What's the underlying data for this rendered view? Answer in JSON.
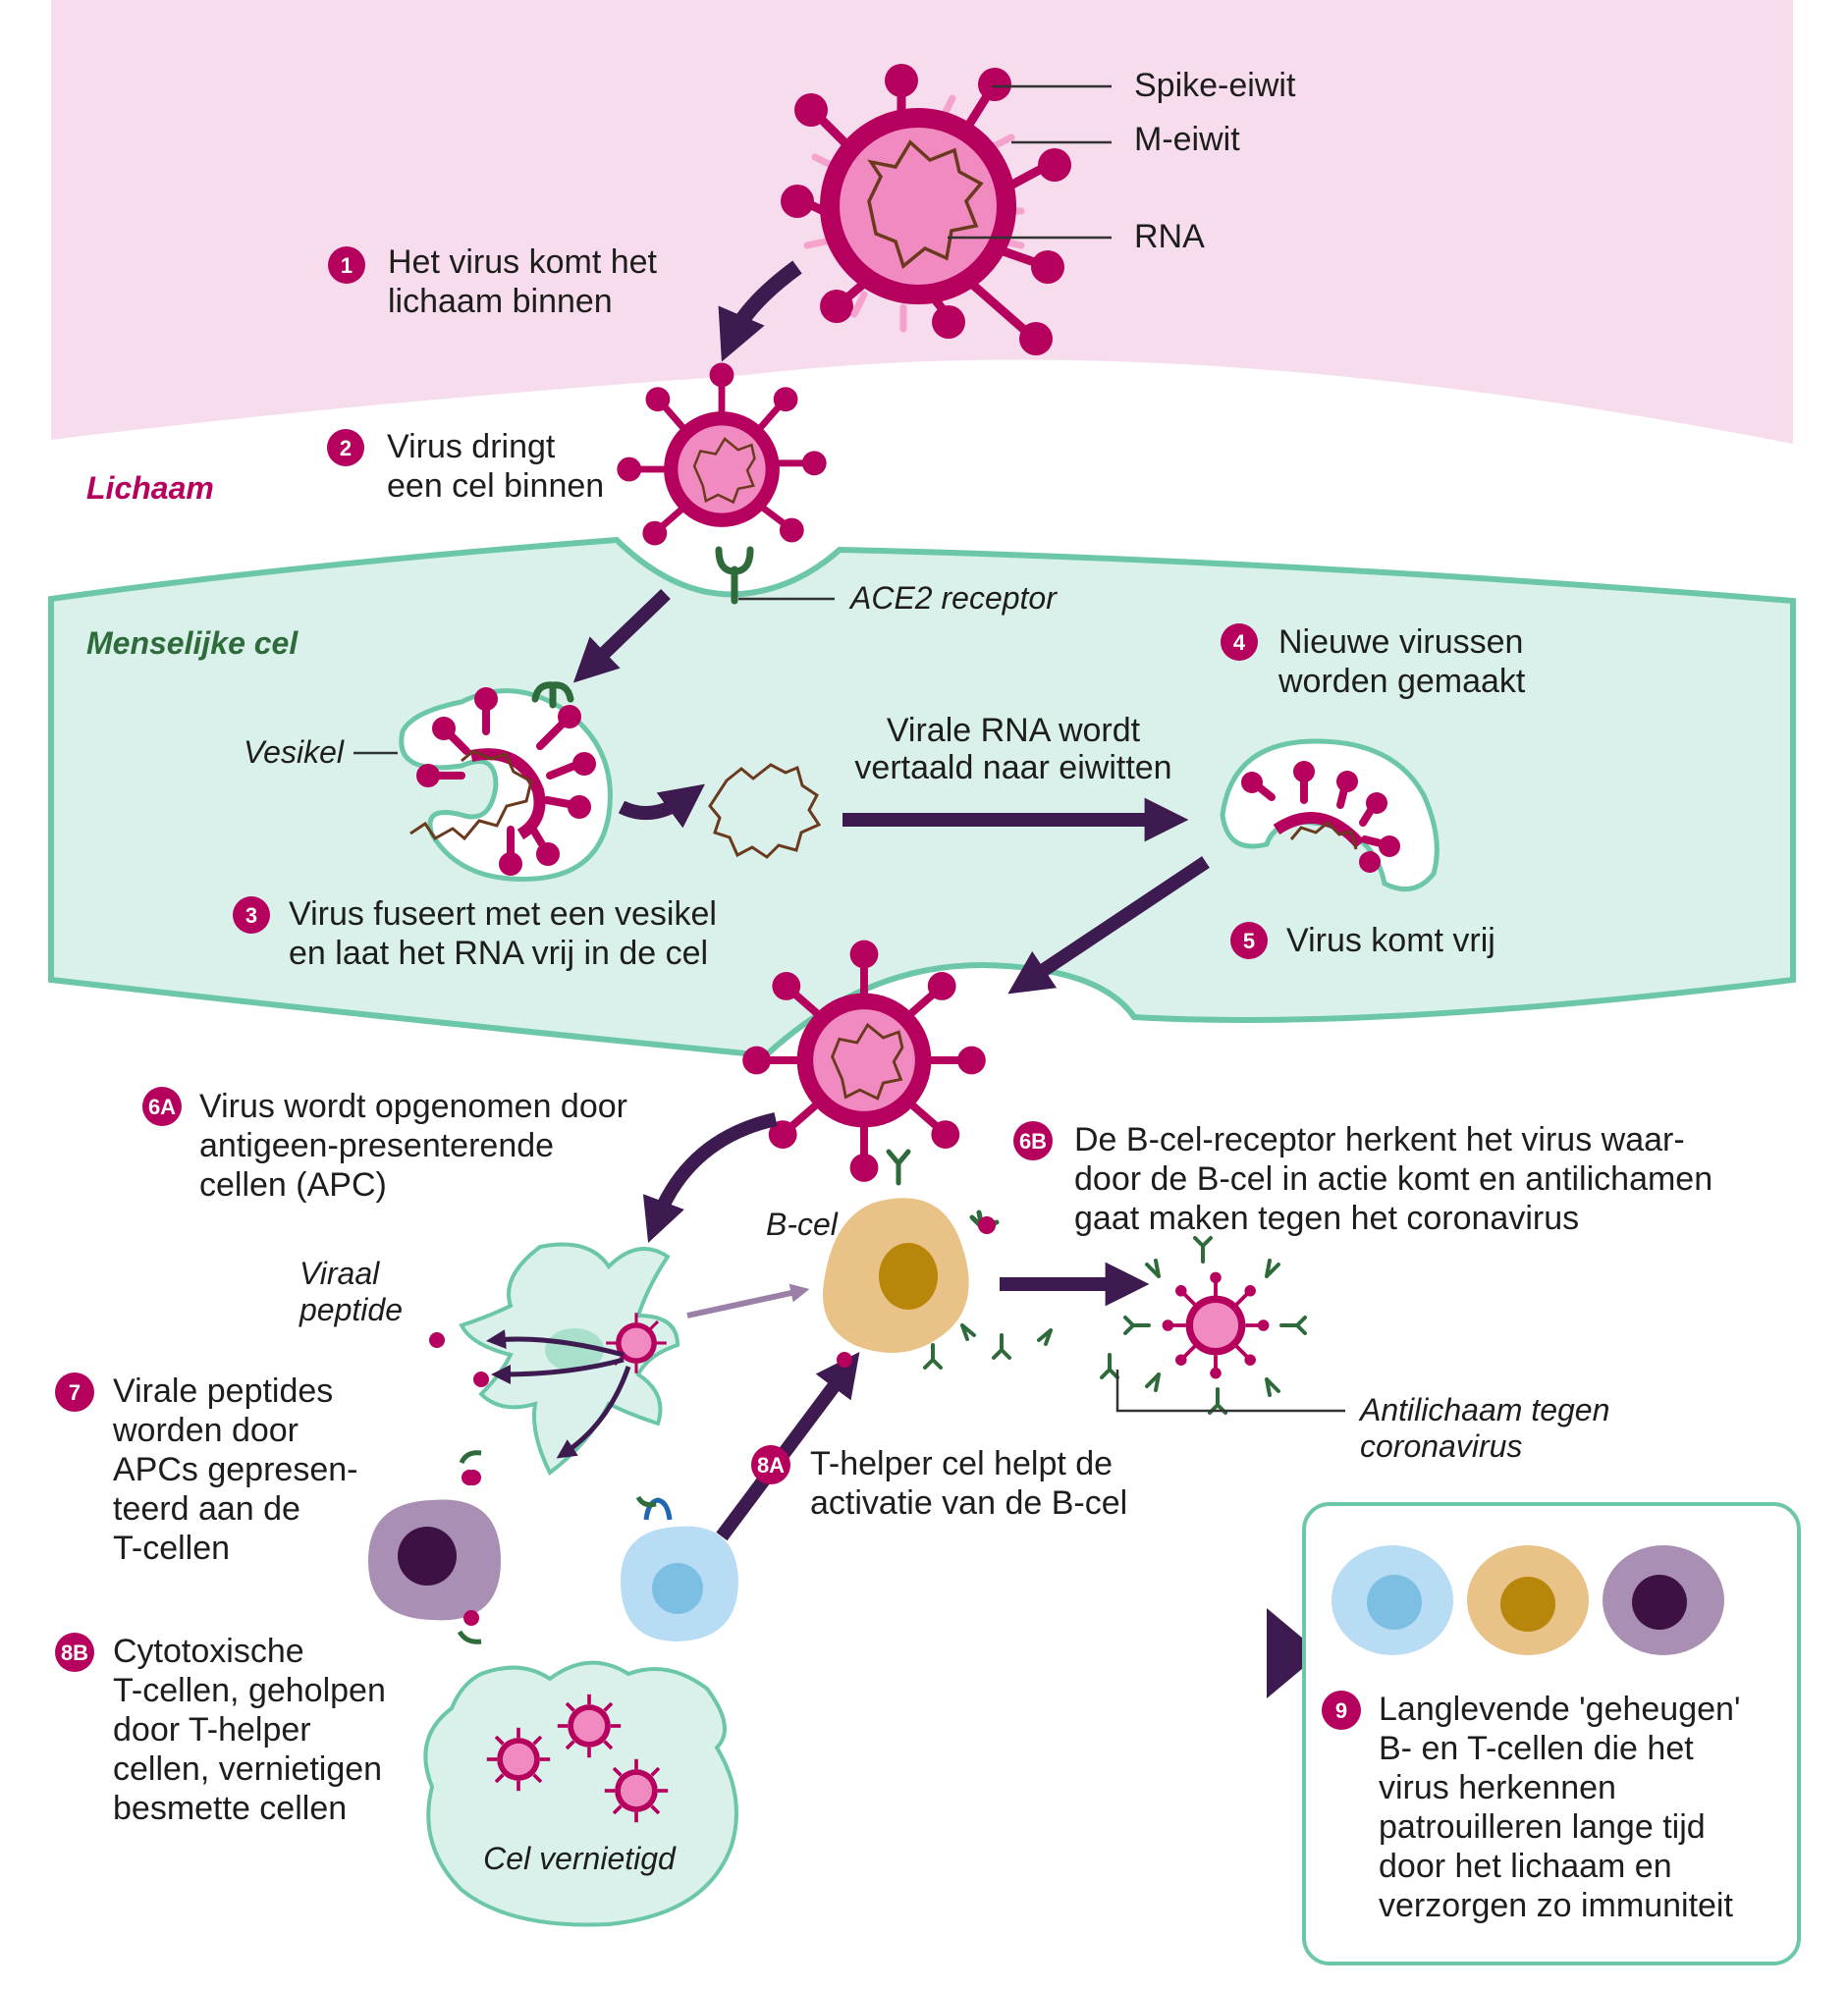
{
  "colors": {
    "virus": "#b5005e",
    "virus_core": "#f08ac0",
    "m_protein": "#f5a3cd",
    "rna": "#6b3a1e",
    "pink_bg": "#f6dcec",
    "cell_fill": "#d9f1ea",
    "cell_stroke": "#6cc7a9",
    "arrow": "#3d1a4f",
    "antibody": "#2f6b3a",
    "bcell": "#e8c287",
    "bcell_nucleus": "#b8860b",
    "tcell_helper": "#b7dcf3",
    "tcell_helper_nucleus": "#7cbfe3",
    "tcell_cyto": "#a98fb3",
    "tcell_cyto_nucleus": "#3d1144",
    "box_stroke": "#6cc7a9"
  },
  "icons": [
    "virus-icon",
    "rna-icon",
    "ace2-receptor-icon",
    "antibody-icon",
    "b-cell-icon",
    "t-helper-cell-icon",
    "cytotoxic-t-cell-icon",
    "apc-icon",
    "vesicle-icon"
  ],
  "labels": {
    "spike": "Spike-eiwit",
    "m_eiwit": "M-eiwit",
    "rna": "RNA",
    "lichaam": "Lichaam",
    "menselijke_cel": "Menselijke cel",
    "ace2": "ACE2 receptor",
    "vesikel": "Vesikel",
    "virale_rna_1": "Virale RNA wordt",
    "virale_rna_2": "vertaald naar eiwitten",
    "b_cel": "B-cel",
    "viraal_1": "Viraal",
    "viraal_2": "peptide",
    "antilichaam_1": "Antilichaam tegen",
    "antilichaam_2": "coronavirus",
    "cel_vernietigd": "Cel vernietigd"
  },
  "steps": [
    {
      "badge": "1",
      "lines": [
        "Het virus komt het",
        "lichaam binnen"
      ]
    },
    {
      "badge": "2",
      "lines": [
        "Virus dringt",
        "een cel binnen"
      ]
    },
    {
      "badge": "3",
      "lines": [
        "Virus fuseert met een vesikel",
        "en laat het RNA vrij in de cel"
      ]
    },
    {
      "badge": "4",
      "lines": [
        "Nieuwe virussen",
        "worden gemaakt"
      ]
    },
    {
      "badge": "5",
      "lines": [
        "Virus komt vrij"
      ]
    },
    {
      "badge": "6A",
      "lines": [
        "Virus wordt opgenomen door",
        "antigeen-presenterende",
        "cellen (APC)"
      ]
    },
    {
      "badge": "6B",
      "lines": [
        "De B-cel-receptor herkent het virus waar-",
        "door de B-cel in actie komt en antilichamen",
        "gaat maken tegen het coronavirus"
      ]
    },
    {
      "badge": "7",
      "lines": [
        "Virale peptides",
        "worden door",
        "APCs gepresen-",
        "teerd aan de",
        "T-cellen"
      ]
    },
    {
      "badge": "8A",
      "lines": [
        "T-helper cel helpt de",
        "activatie van de B-cel"
      ]
    },
    {
      "badge": "8B",
      "lines": [
        "Cytotoxische",
        "T-cellen, geholpen",
        "door T-helper",
        "cellen, vernietigen",
        "besmette cellen"
      ]
    },
    {
      "badge": "9",
      "lines": [
        "Langlevende 'geheugen'",
        "B- en T-cellen die het",
        "virus herkennen",
        "patrouilleren lange tijd",
        "door het lichaam en",
        "verzorgen zo immuniteit"
      ]
    }
  ]
}
